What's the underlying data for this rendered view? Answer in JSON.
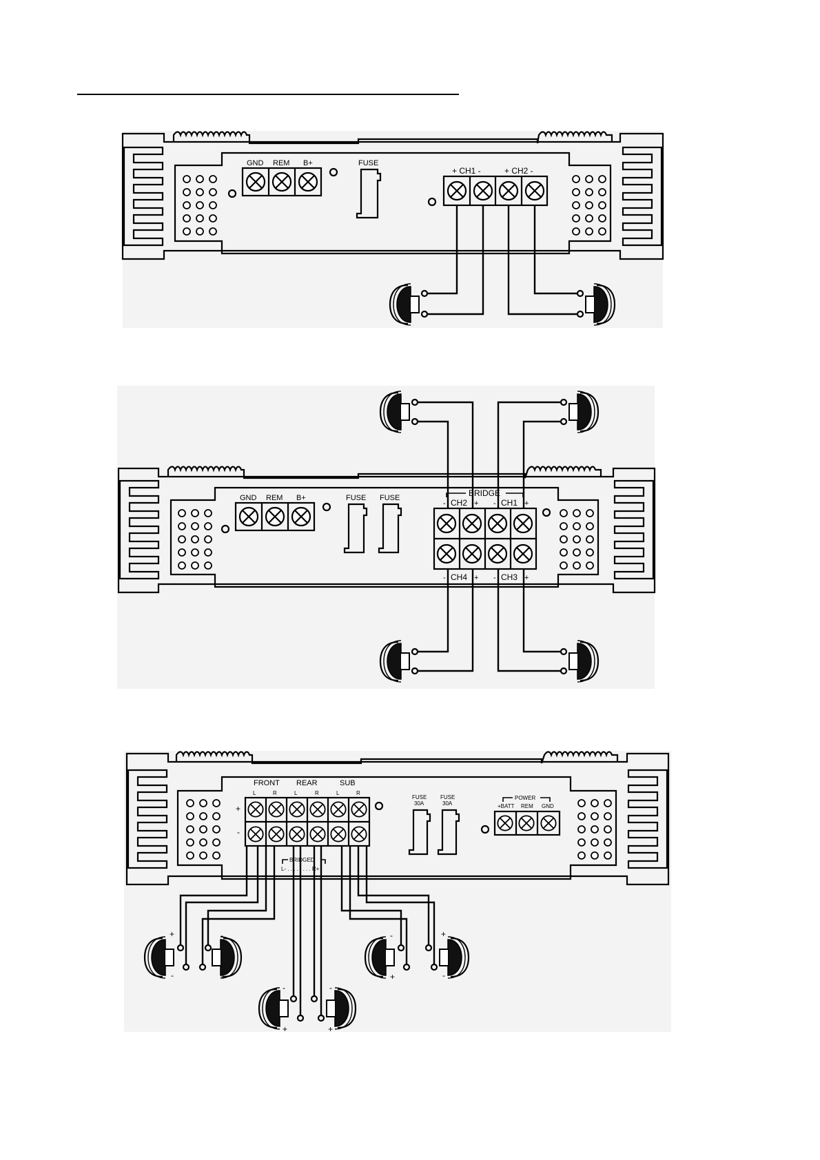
{
  "diagram1": {
    "power_labels": [
      "GND",
      "REM",
      "B+"
    ],
    "fuse_label": "FUSE",
    "ch1_label": "+ CH1 -",
    "ch2_label": "+ CH2 -"
  },
  "diagram2": {
    "power_labels": [
      "GND",
      "REM",
      "B+"
    ],
    "fuse_labels": [
      "FUSE",
      "FUSE"
    ],
    "bridge_label": "BRIDGE",
    "ch2_label": "CH2",
    "ch1_label": "CH1",
    "ch4_label": "CH4",
    "ch3_label": "CH3",
    "minus": "-",
    "plus": "+"
  },
  "diagram3": {
    "groups": [
      "FRONT",
      "REAR",
      "SUB"
    ],
    "lr": [
      "L",
      "R",
      "L",
      "R",
      "L",
      "R"
    ],
    "row_plus": "+",
    "row_minus": "-",
    "bridged_label": "BRIDGED",
    "bridged_lr": "L- . . . . . . . . R+",
    "fuse1": [
      "FUSE",
      "30A"
    ],
    "fuse2": [
      "FUSE",
      "30A"
    ],
    "power_label": "POWER",
    "power_terms": [
      "+BATT",
      "REM",
      "GND"
    ],
    "speaker_plus": "+",
    "speaker_minus": "-"
  }
}
